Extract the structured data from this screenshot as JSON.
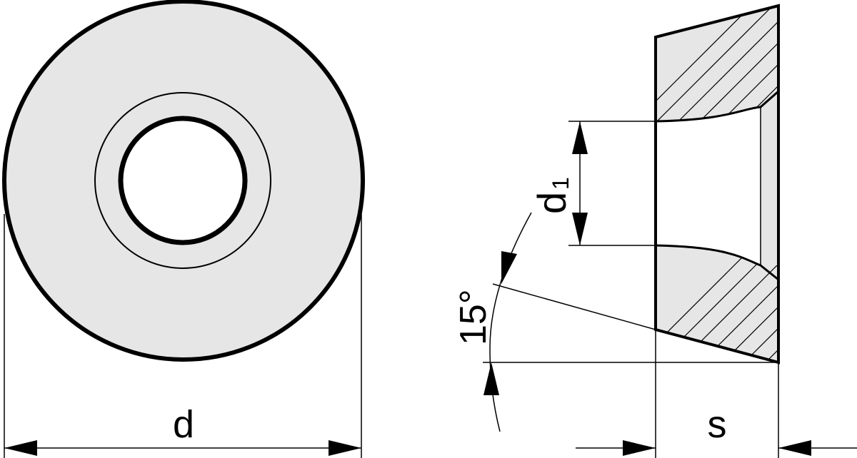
{
  "colors": {
    "fill": "#e6e6e6",
    "stroke": "#000000",
    "background": "#ffffff"
  },
  "labels": {
    "diameter": "d",
    "thickness": "s",
    "hole_letter": "d",
    "hole_subscript": "1",
    "angle": "15°"
  }
}
